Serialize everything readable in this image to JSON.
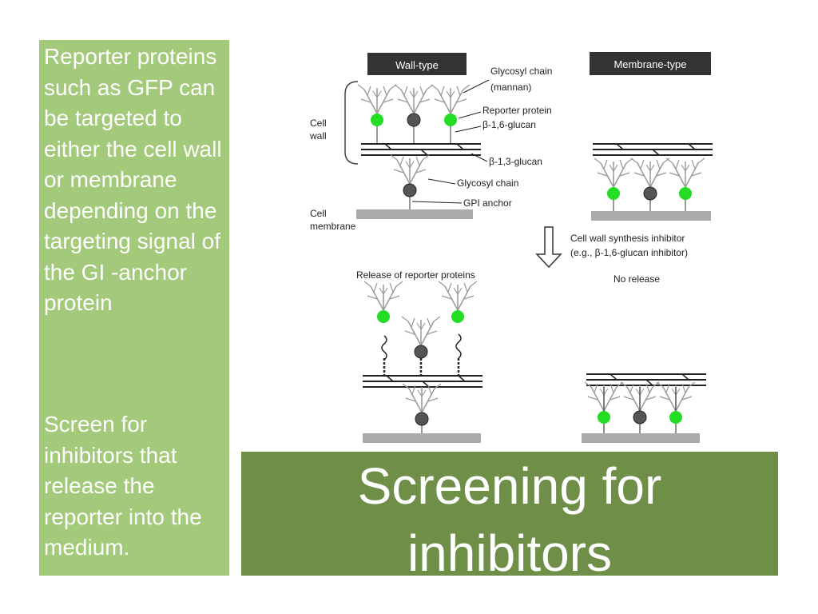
{
  "left_panel": {
    "paragraph1": "Reporter proteins such as GFP can be targeted to either the cell wall or membrane depending on the targeting signal of the GI -anchor protein",
    "paragraph2": "Screen for inhibitors that release the reporter into the medium."
  },
  "title": {
    "line1": "Screening for",
    "line2": "inhibitors"
  },
  "diagram": {
    "wall_type_label": "Wall-type",
    "membrane_type_label": "Membrane-type",
    "glycosyl_chain_mannan_1": "Glycosyl chain",
    "glycosyl_chain_mannan_2": "(mannan)",
    "reporter_protein": "Reporter protein",
    "beta_16_glucan": "β-1,6-glucan",
    "beta_13_glucan": "β-1,3-glucan",
    "glycosyl_chain": "Glycosyl chain",
    "gpi_anchor": "GPI anchor",
    "cell_wall_1": "Cell",
    "cell_wall_2": "wall",
    "cell_membrane_1": "Cell",
    "cell_membrane_2": "membrane",
    "inhibitor_1": "Cell wall synthesis inhibitor",
    "inhibitor_2": "(e.g., β-1,6-glucan inhibitor)",
    "release_label": "Release of reporter proteins",
    "no_release_label": "No release",
    "colors": {
      "reporter_green": "#22dd22",
      "anchor_dark": "#555555",
      "membrane_gray": "#aaaaaa",
      "label_box": "#333333"
    }
  }
}
